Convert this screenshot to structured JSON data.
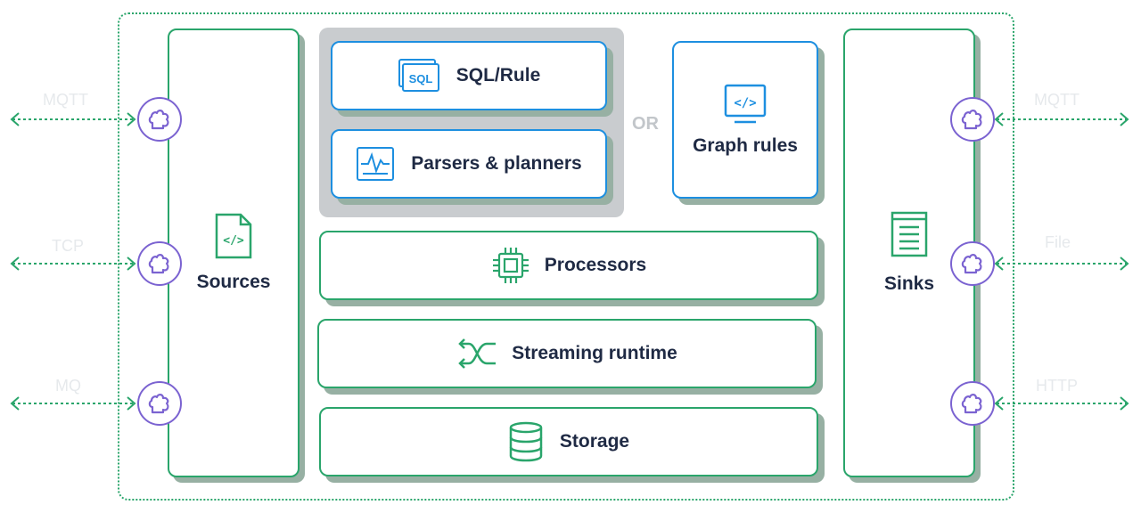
{
  "diagram": {
    "sources": {
      "label": "Sources"
    },
    "sinks": {
      "label": "Sinks"
    },
    "sql_rule": {
      "label": "SQL/Rule",
      "icon_text": "SQL"
    },
    "parsers": {
      "label": "Parsers & planners"
    },
    "or_text": "OR",
    "graph_rules": {
      "label": "Graph rules"
    },
    "processors": {
      "label": "Processors"
    },
    "streaming_runtime": {
      "label": "Streaming runtime"
    },
    "storage": {
      "label": "Storage"
    },
    "inputs": [
      "MQTT",
      "TCP",
      "MQ"
    ],
    "outputs": [
      "MQTT",
      "File",
      "HTTP"
    ],
    "colors": {
      "green": "#2aa56b",
      "blue": "#1d8fe0",
      "purple": "#7b63d1",
      "panel": "#c9cccf"
    },
    "icons": [
      "code-file-icon",
      "sql-icon",
      "waveform-icon",
      "code-monitor-icon",
      "chip-icon",
      "shuffle-icon",
      "database-icon",
      "document-lines-icon",
      "plugin-icon"
    ]
  }
}
